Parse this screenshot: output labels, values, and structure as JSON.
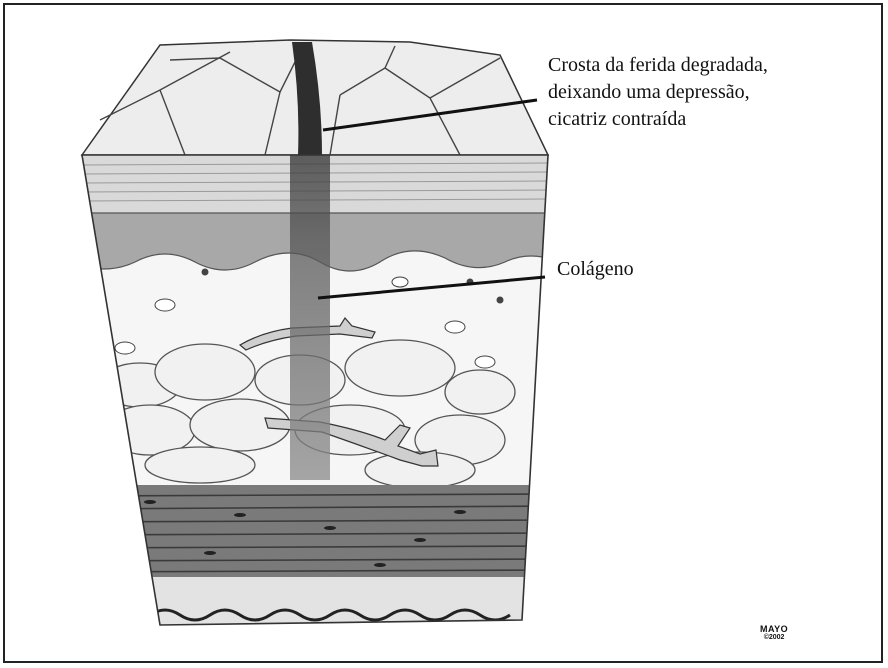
{
  "labels": {
    "scab": [
      "Crosta da ferida degradada,",
      "deixando uma depressão,",
      "cicatriz contraída"
    ],
    "collagen": "Colágeno"
  },
  "credit": {
    "name": "MAYO",
    "year": "©2002"
  }
}
